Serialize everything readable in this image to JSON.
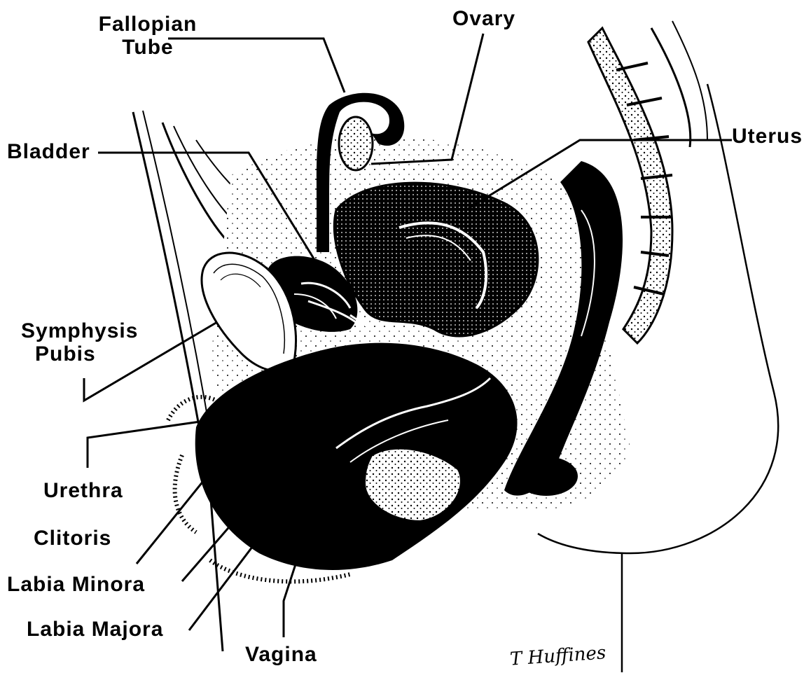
{
  "labels": {
    "fallopian_tube_1": "Fallopian",
    "fallopian_tube_2": "Tube",
    "ovary": "Ovary",
    "bladder": "Bladder",
    "uterus": "Uterus",
    "symphysis_pubis_1": "Symphysis",
    "symphysis_pubis_2": "Pubis",
    "urethra": "Urethra",
    "clitoris": "Clitoris",
    "labia_minora": "Labia Minora",
    "labia_majora": "Labia Majora",
    "vagina": "Vagina"
  },
  "signature": "T Huffines",
  "colors": {
    "ink": "#000000",
    "paper": "#ffffff"
  }
}
